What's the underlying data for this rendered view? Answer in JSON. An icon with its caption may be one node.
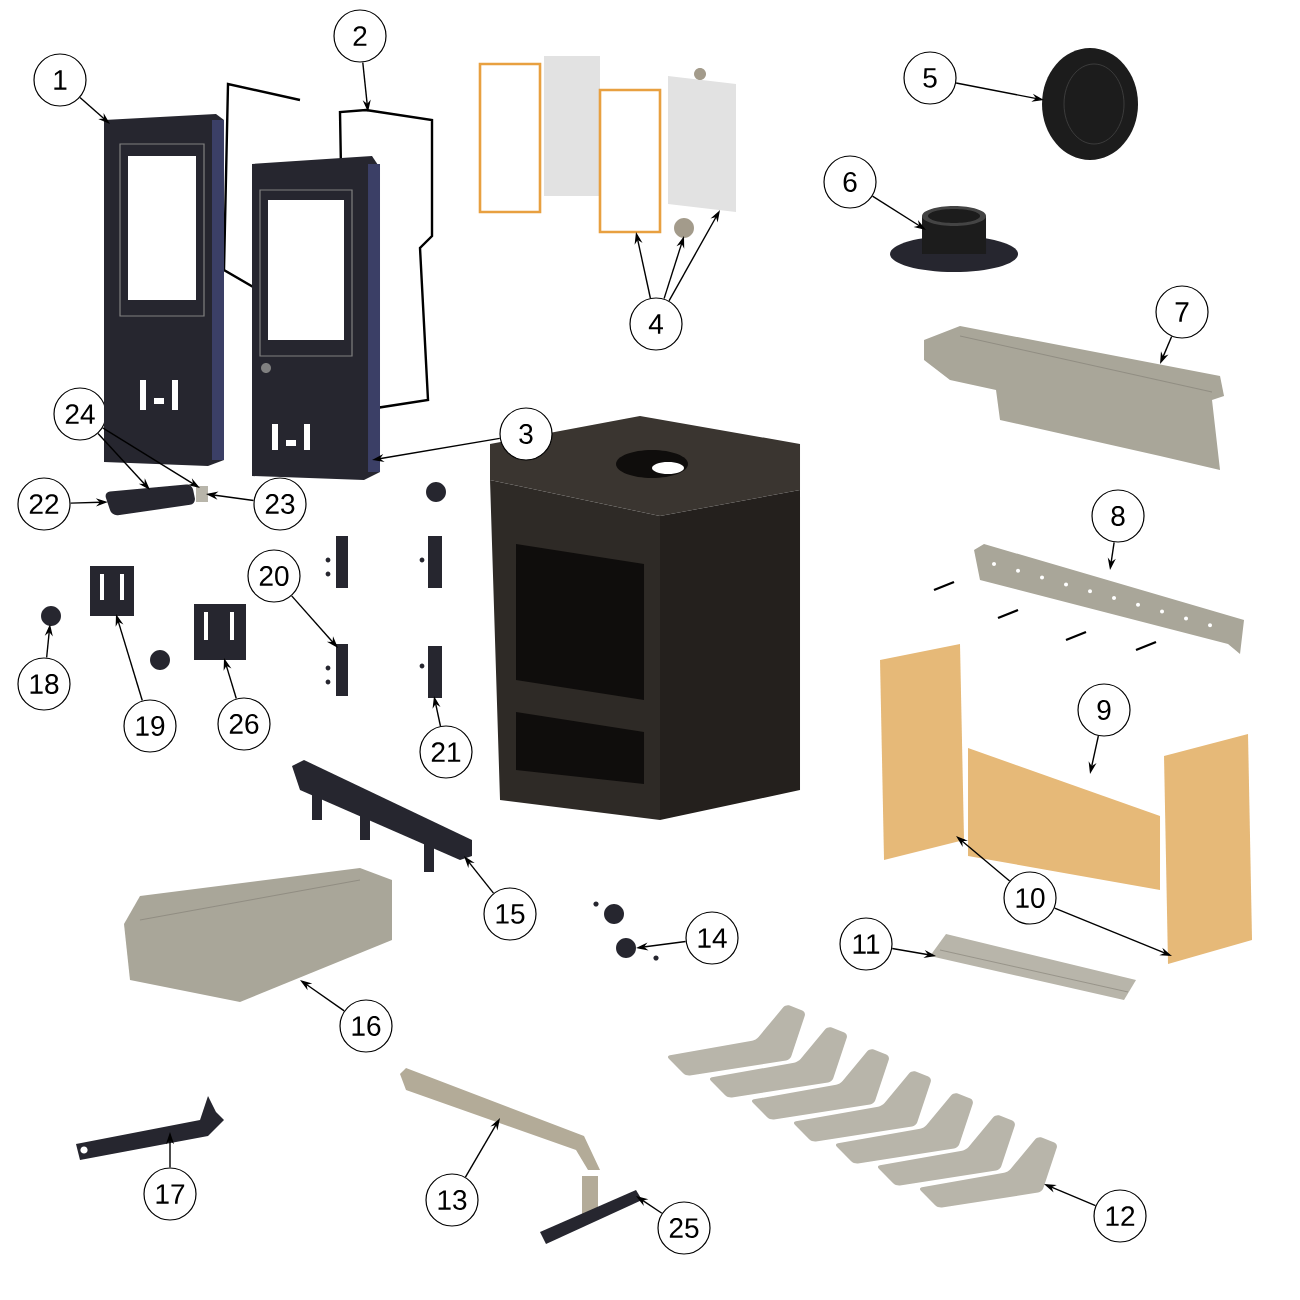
{
  "diagram": {
    "nodes": [
      {
        "text": [
          "1"
        ]
      },
      {
        "text": [
          "2"
        ]
      },
      {
        "text": [
          "3"
        ]
      },
      {
        "text": [
          "4"
        ]
      },
      {
        "text": [
          "5"
        ]
      },
      {
        "text": [
          "6"
        ]
      },
      {
        "text": [
          "7"
        ]
      },
      {
        "text": [
          "8"
        ]
      },
      {
        "text": [
          "9"
        ]
      },
      {
        "text": [
          "10"
        ]
      },
      {
        "text": [
          "11"
        ]
      },
      {
        "text": [
          "12"
        ]
      },
      {
        "text": [
          "13"
        ]
      },
      {
        "text": [
          "14"
        ]
      },
      {
        "text": [
          "15"
        ]
      },
      {
        "text": [
          "16"
        ]
      },
      {
        "text": [
          "17"
        ]
      },
      {
        "text": [
          "18"
        ]
      },
      {
        "text": [
          "19"
        ]
      },
      {
        "text": [
          "20"
        ]
      },
      {
        "text": [
          "21"
        ]
      },
      {
        "text": [
          "22"
        ]
      },
      {
        "text": [
          "23"
        ]
      },
      {
        "text": [
          "24"
        ]
      },
      {
        "text": [
          "25"
        ]
      },
      {
        "text": [
          "26"
        ]
      },
      {
        "text": [],
        "shape": "picture"
      },
      {
        "text": [],
        "shape": "picture"
      },
      {
        "text": [],
        "shape": "picture"
      },
      {
        "text": [],
        "shape": "box"
      },
      {
        "text": [],
        "shape": "circle"
      },
      {
        "text": [],
        "shape": "box"
      },
      {
        "text": [],
        "shape": "picture"
      },
      {
        "text": [],
        "shape": "cylinder"
      },
      {
        "text": [],
        "shape": "picture"
      },
      {
        "text": [],
        "shape": "picture"
      },
      {
        "text": [],
        "shape": "box"
      },
      {
        "text": [],
        "shape": "box"
      },
      {
        "text": [],
        "shape": "box"
      },
      {
        "text": [],
        "shape": "picture"
      },
      {
        "text": [],
        "shape": "picture"
      },
      {
        "text": [],
        "shape": "picture"
      },
      {
        "text": [],
        "shape": "picture"
      },
      {
        "text": [],
        "shape": "picture"
      },
      {
        "text": [],
        "shape": "picture"
      },
      {
        "text": [],
        "shape": "picture"
      },
      {
        "text": [],
        "shape": "circle"
      },
      {
        "text": [],
        "shape": "picture"
      },
      {
        "text": [],
        "shape": "bar"
      },
      {
        "text": [],
        "shape": "bar"
      },
      {
        "text": [],
        "shape": "picture"
      },
      {
        "text": [],
        "shape": "box"
      },
      {
        "text": [],
        "shape": "bar"
      },
      {
        "text": [],
        "shape": "picture"
      }
    ],
    "edges": [
      {
        "from": 0,
        "to": 26,
        "arrow": "to"
      },
      {
        "from": 1,
        "to": 27,
        "arrow": "to"
      },
      {
        "from": 2,
        "to": 28,
        "arrow": "to"
      },
      {
        "from": 3,
        "to": 29,
        "arrow": "to"
      },
      {
        "from": 3,
        "to": 30,
        "arrow": "to"
      },
      {
        "from": 3,
        "to": 31,
        "arrow": "to"
      },
      {
        "from": 4,
        "to": 32,
        "arrow": "to"
      },
      {
        "from": 5,
        "to": 33,
        "arrow": "to"
      },
      {
        "from": 6,
        "to": 34,
        "arrow": "to"
      },
      {
        "from": 7,
        "to": 35,
        "arrow": "to"
      },
      {
        "from": 8,
        "to": 36,
        "arrow": "to"
      },
      {
        "from": 9,
        "to": 37,
        "arrow": "to"
      },
      {
        "from": 9,
        "to": 38,
        "arrow": "to"
      },
      {
        "from": 10,
        "to": 39,
        "arrow": "to"
      },
      {
        "from": 11,
        "to": 40,
        "arrow": "to"
      },
      {
        "from": 12,
        "to": 41,
        "arrow": "to"
      },
      {
        "from": 13,
        "to": 42,
        "arrow": "to"
      },
      {
        "from": 14,
        "to": 43,
        "arrow": "to"
      },
      {
        "from": 15,
        "to": 44,
        "arrow": "to"
      },
      {
        "from": 16,
        "to": 45,
        "arrow": "to"
      },
      {
        "from": 17,
        "to": 46,
        "arrow": "to"
      },
      {
        "from": 18,
        "to": 47,
        "arrow": "to"
      },
      {
        "from": 19,
        "to": 48,
        "arrow": "to"
      },
      {
        "from": 20,
        "to": 49,
        "arrow": "to"
      },
      {
        "from": 21,
        "to": 50,
        "arrow": "to"
      },
      {
        "from": 22,
        "to": 51,
        "arrow": "to"
      },
      {
        "from": 23,
        "to": 50,
        "arrow": "to"
      },
      {
        "from": 23,
        "to": 51,
        "arrow": "to"
      },
      {
        "from": 24,
        "to": 52,
        "arrow": "to"
      },
      {
        "from": 25,
        "to": 53,
        "arrow": "to"
      }
    ]
  }
}
